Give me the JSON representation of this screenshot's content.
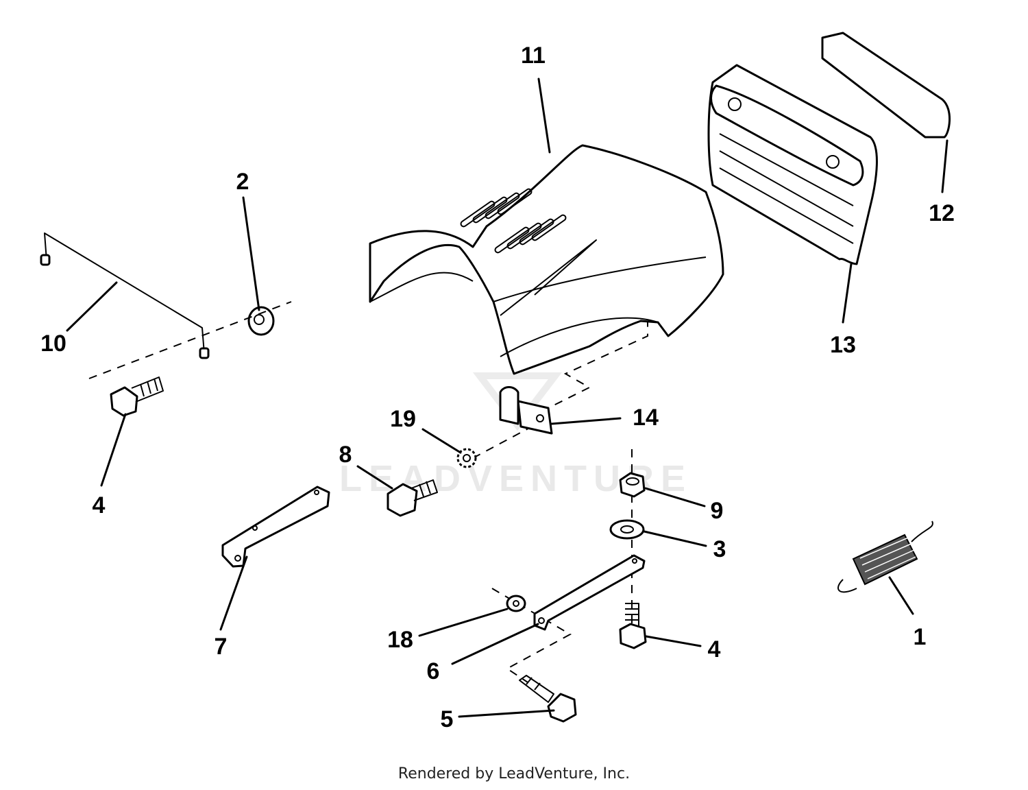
{
  "diagram": {
    "callouts": {
      "c1": "1",
      "c2": "2",
      "c3": "3",
      "c4a": "4",
      "c4b": "4",
      "c5": "5",
      "c6": "6",
      "c7": "7",
      "c8": "8",
      "c9": "9",
      "c10": "10",
      "c11": "11",
      "c12": "12",
      "c13": "13",
      "c14": "14",
      "c18": "18",
      "c19": "19"
    },
    "watermark": "LEADVENTURE"
  },
  "footer": {
    "text": "Rendered by LeadVenture, Inc."
  }
}
